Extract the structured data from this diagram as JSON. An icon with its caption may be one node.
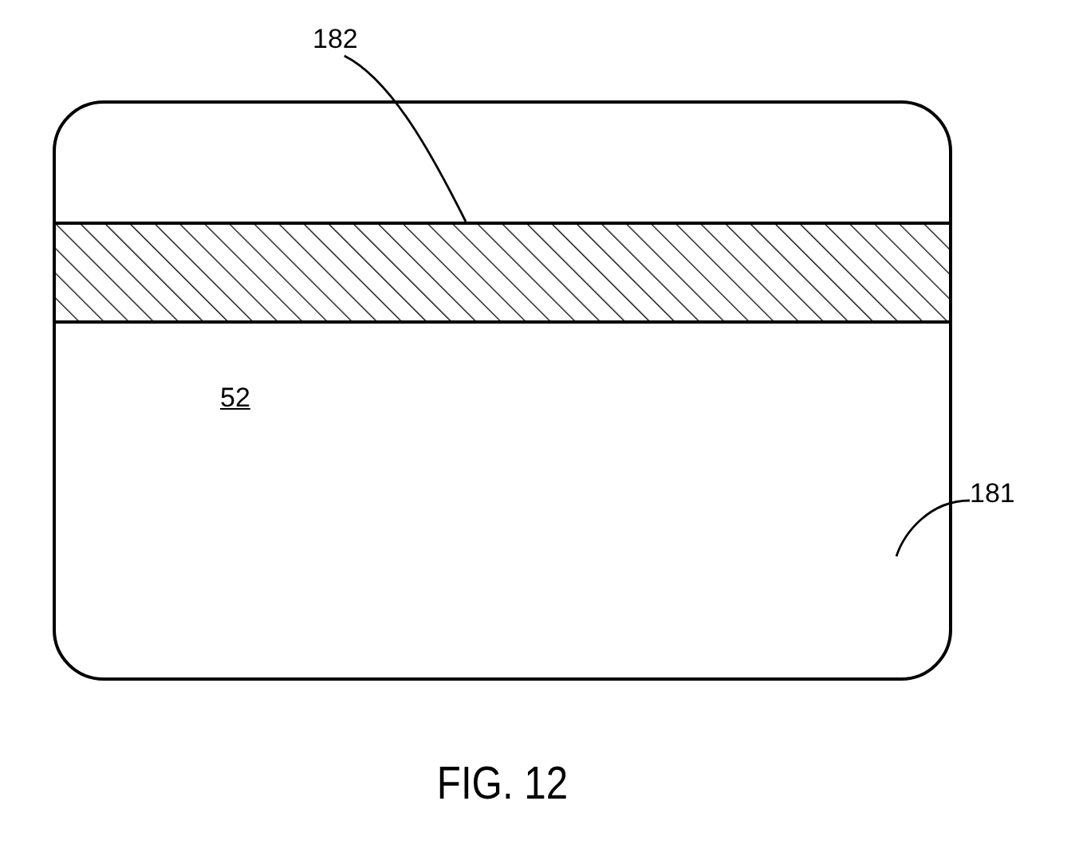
{
  "diagram": {
    "caption": "FIG. 12",
    "nodes": [
      {
        "text": [],
        "shape": "box"
      },
      {
        "text": [],
        "shape": "bar",
        "in": 0
      },
      {
        "text": [
          "182"
        ]
      },
      {
        "text": [
          "181"
        ]
      }
    ],
    "edges": [
      {
        "from": 2,
        "to": 1,
        "arrow": "none"
      },
      {
        "from": 3,
        "to": 0,
        "arrow": "none"
      }
    ],
    "labels": [
      "52"
    ]
  }
}
